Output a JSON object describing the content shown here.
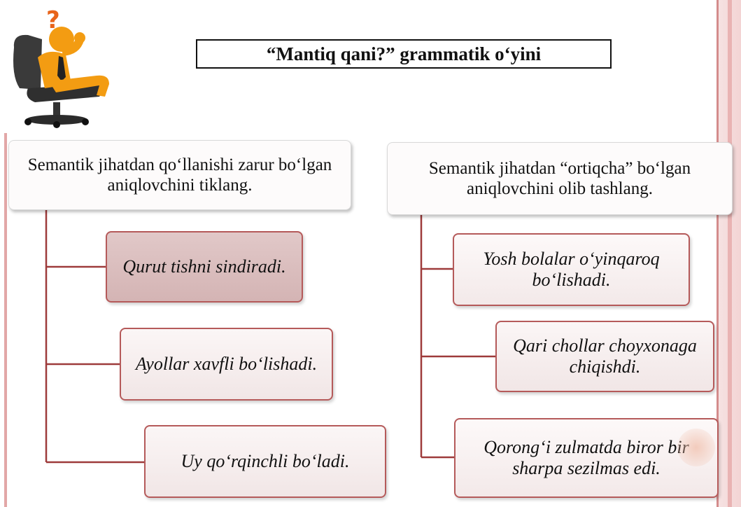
{
  "title": "“Mantiq qani?” grammatik o‘yini",
  "left_column": {
    "header": "Semantik jihatdan qo‘llanishi zarur bo‘lgan aniqlovchini tiklang.",
    "items": [
      "Qurut  tishni sindiradi.",
      "Ayollar  xavfli bo‘lishadi.",
      "Uy qo‘rqinchli bo‘ladi."
    ]
  },
  "right_column": {
    "header": "Semantik jihatdan “ortiqcha” bo‘lgan aniqlovchini olib tashlang.",
    "items": [
      "Yosh bolalar o‘yinqaroq bo‘lishadi.",
      "Qari chollar choyxonaga chiqishdi.",
      "Qorong‘i  zulmatda biror bir sharpa sezilmas edi."
    ]
  },
  "icons": {
    "person": "thinking-person-icon",
    "question_mark": "?"
  },
  "colors": {
    "connector": "#9e3b3b",
    "item_border": "#b55a5a",
    "question_mark": "#e8641a",
    "figure": "#f39c12"
  }
}
